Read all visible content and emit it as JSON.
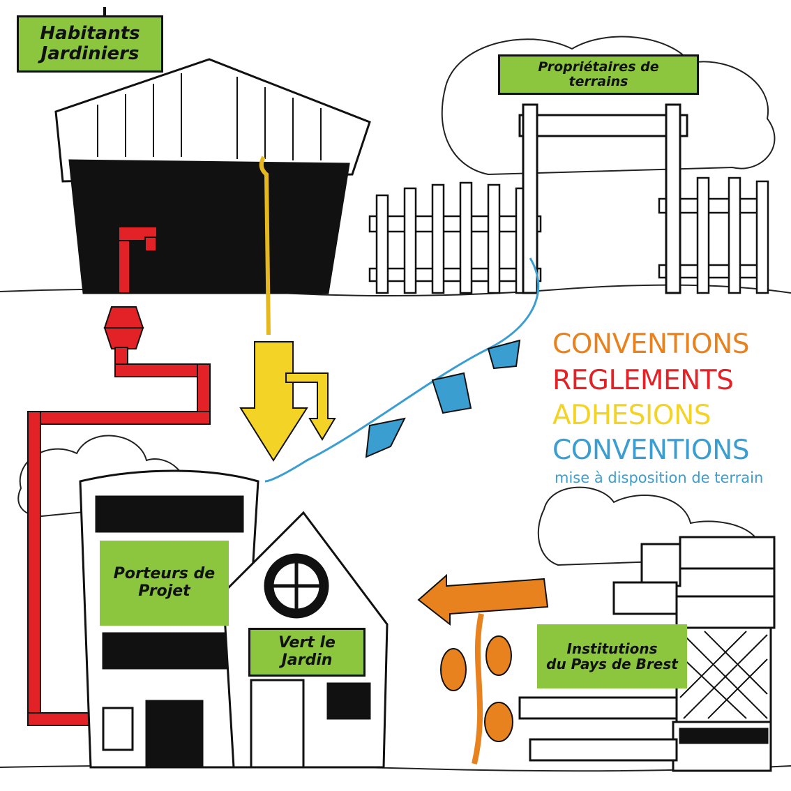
{
  "actors": {
    "habitants": "Habitants\nJardiniers",
    "proprietaires": "Propriétaires de\nterrains",
    "porteurs": "Porteurs de\nProjet",
    "vert_le_jardin": "Vert le\nJardin",
    "institutions": "Institutions\ndu Pays de Brest"
  },
  "keywords": [
    {
      "text": "CONVENTIONS",
      "color": "#e8821e"
    },
    {
      "text": "REGLEMENTS",
      "color": "#e32227"
    },
    {
      "text": "ADHESIONS",
      "color": "#f2d326"
    },
    {
      "text": "CONVENTIONS",
      "color": "#3b9ed1"
    }
  ],
  "keyword_subtitle": {
    "text": "mise à disposition de terrain",
    "color": "#3b9ed1"
  },
  "colors": {
    "label_green": "#8cc63f",
    "pipe_red": "#e32227",
    "arrow_yellow": "#f2d326",
    "line_blue": "#3b9ed1",
    "arrow_orange": "#e8821e"
  }
}
